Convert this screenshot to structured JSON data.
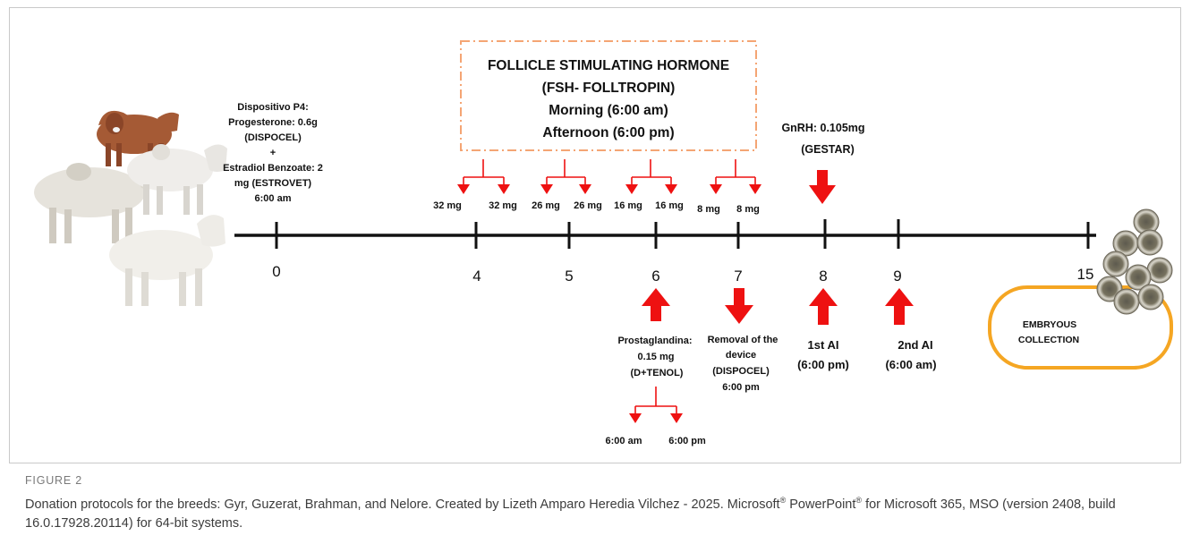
{
  "fsh_box": {
    "line1": "FOLLICLE STIMULATING HORMONE",
    "line2": "(FSH- FOLLTROPIN)",
    "line3": "Morning (6:00 am)",
    "line4": "Afternoon (6:00 pm)"
  },
  "p4_device": {
    "line1": "Dispositivo P4:",
    "line2": "Progesterone: 0.6g",
    "line3": "(DISPOCEL)",
    "line4": "+",
    "line5": "Estradiol Benzoate: 2",
    "line6": "mg (ESTROVET)",
    "line7": "6:00 am"
  },
  "gnrh": {
    "line1": "GnRH: 0.105mg",
    "line2": "(GESTAR)"
  },
  "timeline_days": [
    "0",
    "4",
    "5",
    "6",
    "7",
    "8",
    "9",
    "15"
  ],
  "doses": [
    {
      "am": "32 mg",
      "pm": "32 mg"
    },
    {
      "am": "26 mg",
      "pm": "26 mg"
    },
    {
      "am": "16 mg",
      "pm": "16 mg"
    },
    {
      "am": "8 mg",
      "pm": "8 mg"
    }
  ],
  "prostaglandin": {
    "line1": "Prostaglandina:",
    "line2": "0.15 mg",
    "line3": "(D+TENOL)",
    "am": "6:00 am",
    "pm": "6:00 pm"
  },
  "removal": {
    "line1": "Removal of the",
    "line2": "device",
    "line3": "(DISPOCEL)",
    "line4": "6:00 pm"
  },
  "ai1": {
    "line1": "1st AI",
    "line2": "(6:00 pm)"
  },
  "ai2": {
    "line1": "2nd AI",
    "line2": "(6:00 am)"
  },
  "embryo": {
    "line1": "EMBRYOUS",
    "line2": "COLLECTION"
  },
  "caption": {
    "label": "FIGURE 2",
    "text_part1": "Donation protocols for the breeds: Gyr, Guzerat, Brahman, and Nelore. Created by Lizeth Amparo Heredia Vilchez - 2025. Microsoft",
    "reg1": "®",
    "text_part2": " PowerPoint",
    "reg2": "®",
    "text_part3": " for Microsoft 365, MSO (version 2408, build 16.0.17928.20114) for 64-bit systems."
  },
  "colors": {
    "arrow_red": "#ee1111",
    "fsh_border": "#f4a574",
    "embryo_border": "#f5a623",
    "timeline": "#111111"
  }
}
